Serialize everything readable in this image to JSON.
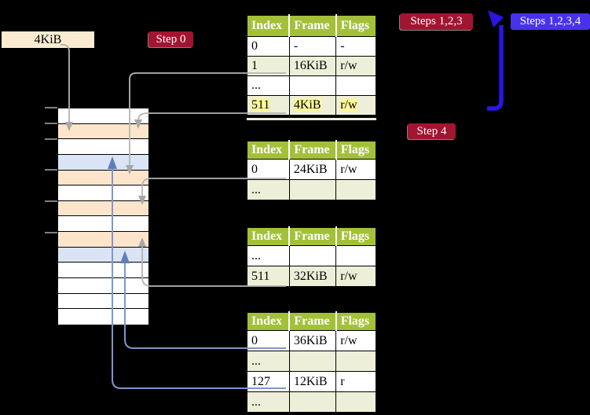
{
  "labels": {
    "page_size": "4KiB",
    "step0": "Step 0",
    "steps123": "Steps 1,2,3",
    "steps1234": "Steps 1,2,3,4",
    "step4": "Step 4"
  },
  "memory": {
    "rows": [
      "white",
      "orange",
      "white",
      "blue",
      "orange",
      "white",
      "orange",
      "white",
      "orange",
      "blue",
      "white",
      "white",
      "white",
      "white"
    ]
  },
  "tables": [
    {
      "headers": [
        "Index",
        "Frame",
        "Flags"
      ],
      "rows": [
        {
          "cells": [
            "0",
            "-",
            "-"
          ],
          "shade": "plain"
        },
        {
          "cells": [
            "1",
            "16KiB",
            "r/w"
          ],
          "shade": "pale"
        },
        {
          "cells": [
            "...",
            "",
            ""
          ],
          "shade": "plain"
        },
        {
          "cells": [
            "511",
            "4KiB",
            "r/w"
          ],
          "shade": "pale",
          "hl": "yes"
        }
      ]
    },
    {
      "headers": [
        "Index",
        "Frame",
        "Flags"
      ],
      "rows": [
        {
          "cells": [
            "0",
            "24KiB",
            "r/w"
          ],
          "shade": "plain"
        },
        {
          "cells": [
            "...",
            "",
            ""
          ],
          "shade": "pale"
        }
      ]
    },
    {
      "headers": [
        "Index",
        "Frame",
        "Flags"
      ],
      "rows": [
        {
          "cells": [
            "...",
            "",
            ""
          ],
          "shade": "plain"
        },
        {
          "cells": [
            "511",
            "32KiB",
            "r/w"
          ],
          "shade": "pale"
        }
      ]
    },
    {
      "headers": [
        "Index",
        "Frame",
        "Flags"
      ],
      "rows": [
        {
          "cells": [
            "0",
            "36KiB",
            "r/w"
          ],
          "shade": "plain"
        },
        {
          "cells": [
            "...",
            "",
            ""
          ],
          "shade": "pale"
        },
        {
          "cells": [
            "127",
            "12KiB",
            "r"
          ],
          "shade": "plain"
        },
        {
          "cells": [
            "...",
            "",
            ""
          ],
          "shade": "pale"
        }
      ]
    }
  ],
  "colors": {
    "header_green": "#A2C139",
    "pale_row": "#EDEFD8",
    "highlight_yellow": "#FBF79B",
    "crimson_label": "#A31430",
    "blue_label": "#4733EC",
    "cream_label": "#FAECD2",
    "mem_orange": "#FDE5CC",
    "mem_blue": "#DAE4F5",
    "arrow_gray": "#B4B4B4",
    "arrow_blue": "#7C97CD",
    "big_arrow_blue": "#2B15E3"
  }
}
